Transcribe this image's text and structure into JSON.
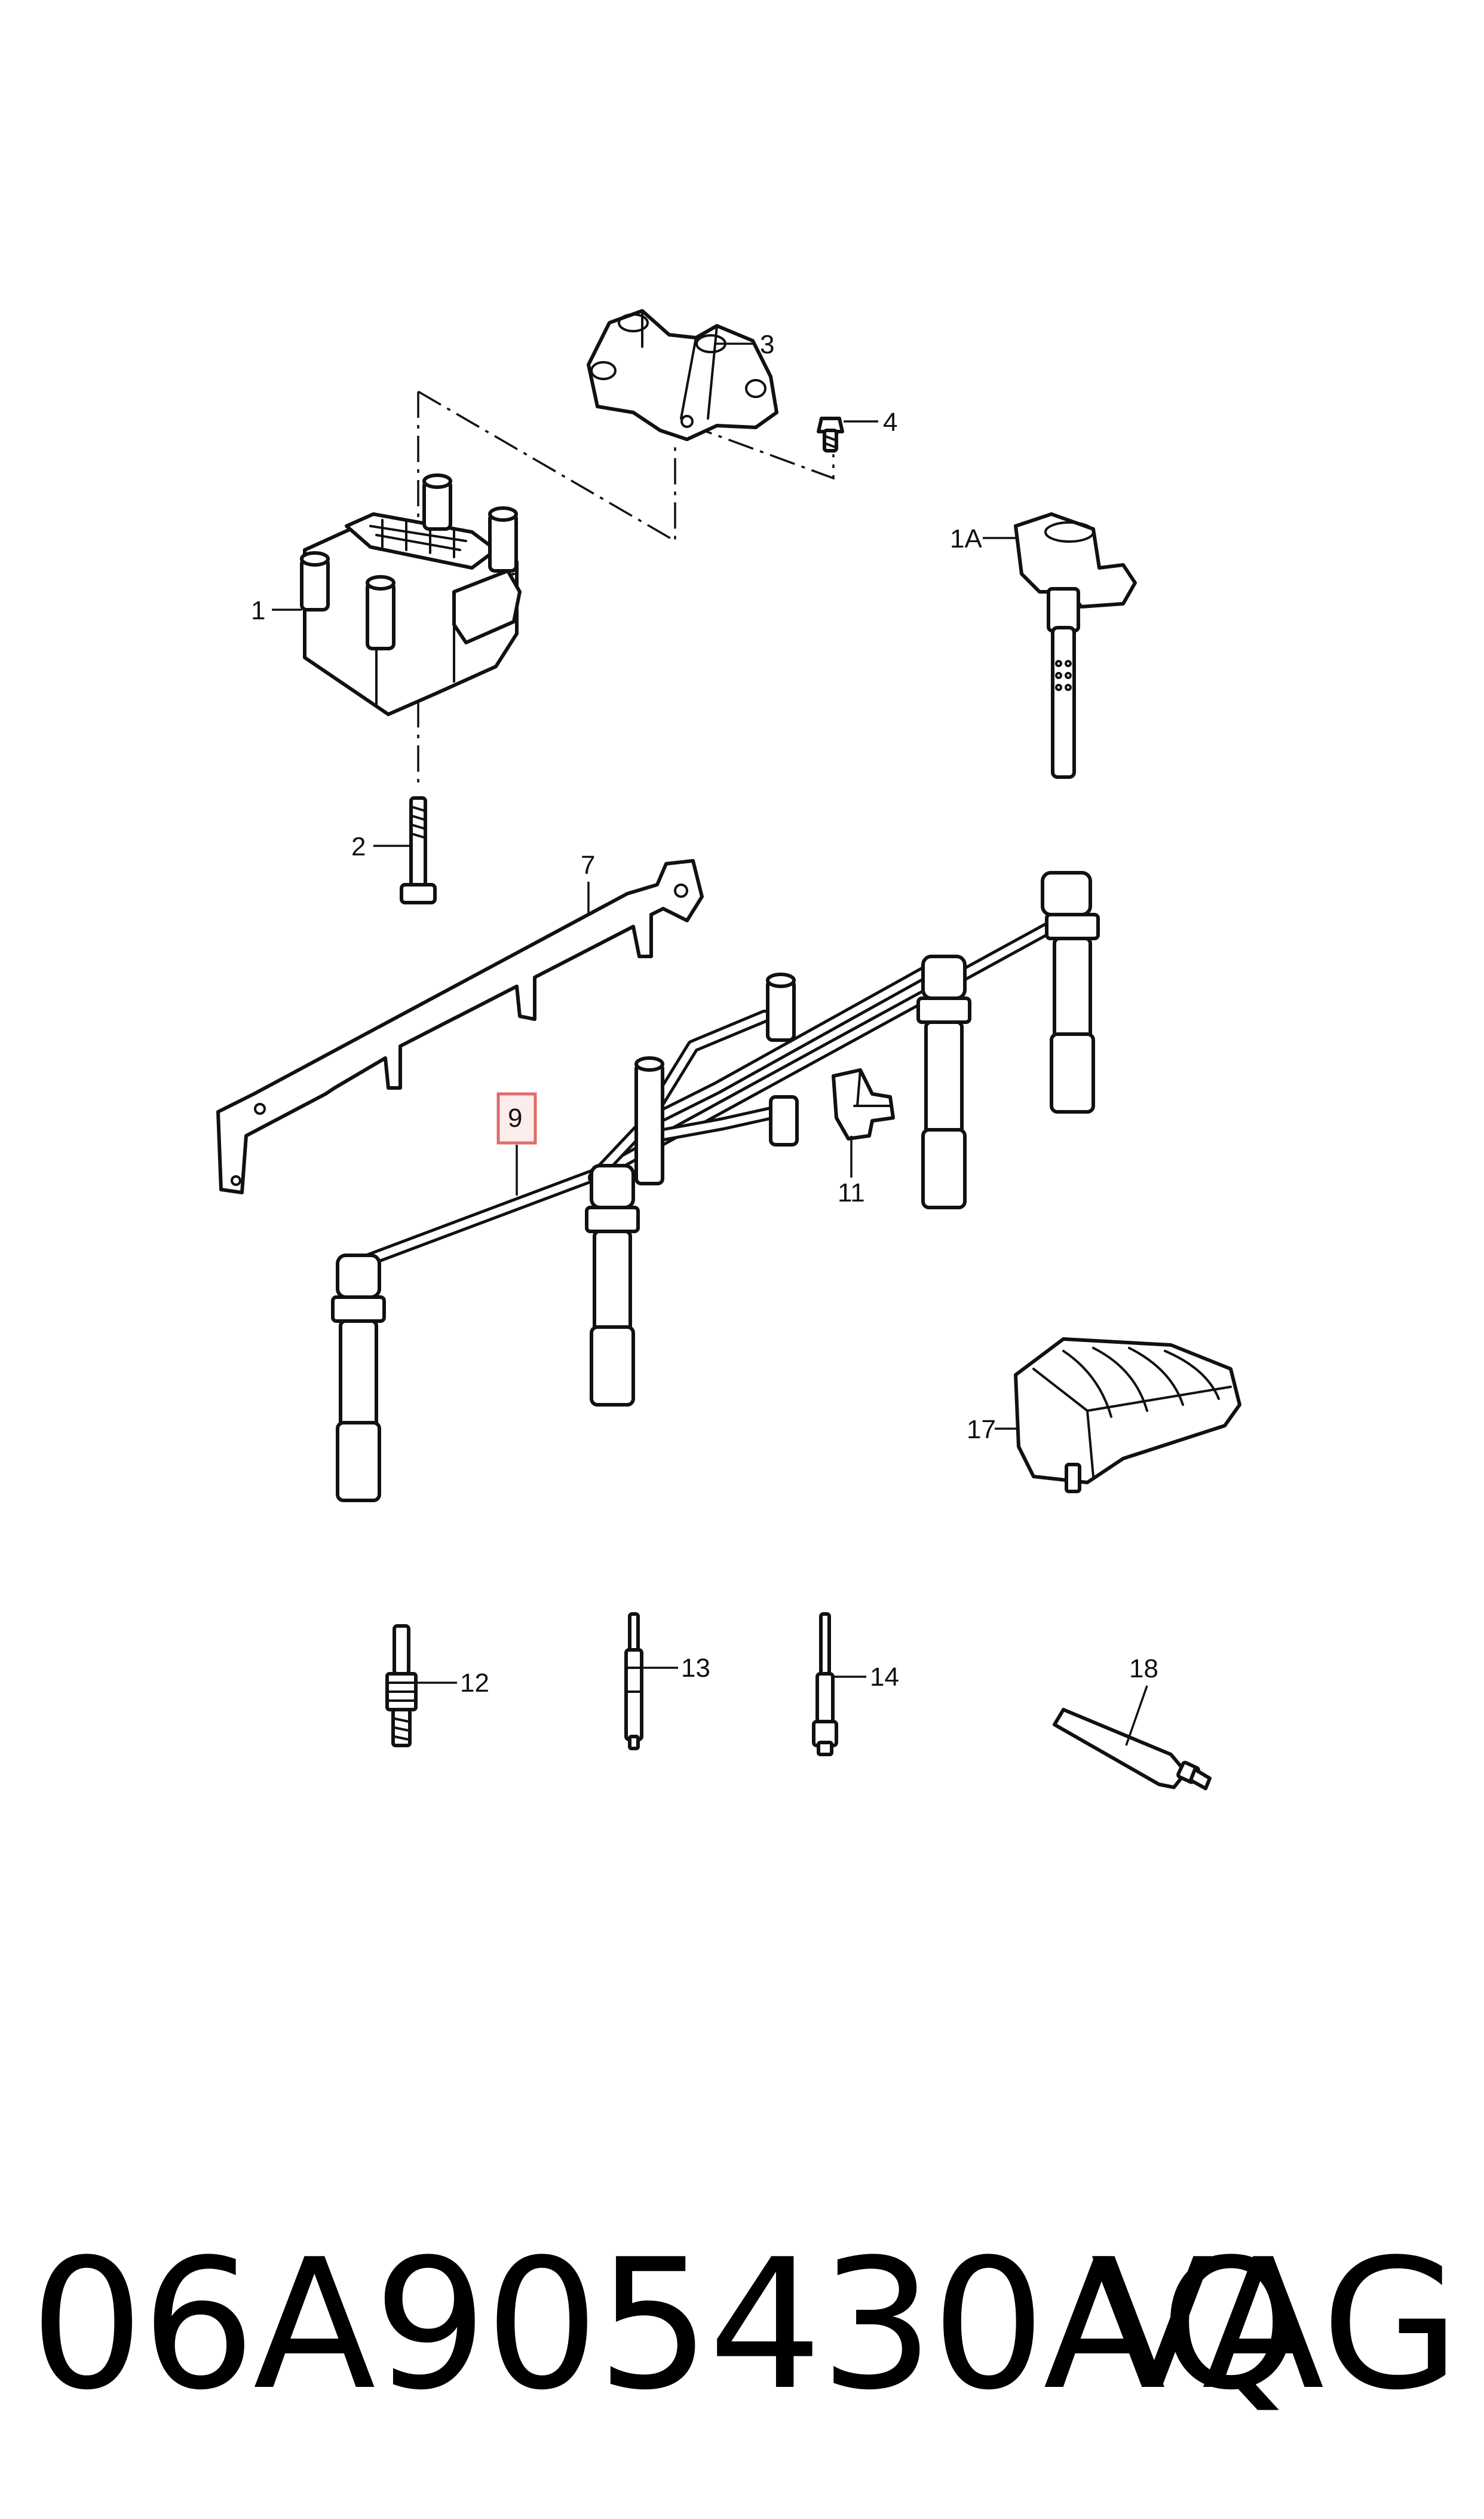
{
  "diagram": {
    "callouts": [
      {
        "id": "1",
        "label": "1",
        "part": "ignition coil pack"
      },
      {
        "id": "1A",
        "label": "1A",
        "part": "pencil ignition coil"
      },
      {
        "id": "2",
        "label": "2",
        "part": "bolt"
      },
      {
        "id": "3",
        "label": "3",
        "part": "bracket"
      },
      {
        "id": "4",
        "label": "4",
        "part": "screw"
      },
      {
        "id": "7",
        "label": "7",
        "part": "cable support rail"
      },
      {
        "id": "9",
        "label": "9",
        "part": "ignition lead set",
        "highlighted": true
      },
      {
        "id": "11",
        "label": "11",
        "part": "cable clip"
      },
      {
        "id": "12",
        "label": "12",
        "part": "spark plug"
      },
      {
        "id": "13",
        "label": "13",
        "part": "glow plug"
      },
      {
        "id": "14",
        "label": "14",
        "part": "glow plug"
      },
      {
        "id": "17",
        "label": "17",
        "part": "cable guide"
      },
      {
        "id": "18",
        "label": "18",
        "part": "grease tube"
      }
    ],
    "highlight_color": "#e06b6b"
  },
  "footer": {
    "part_number": "06A905430AQ",
    "brand": "VAG"
  }
}
